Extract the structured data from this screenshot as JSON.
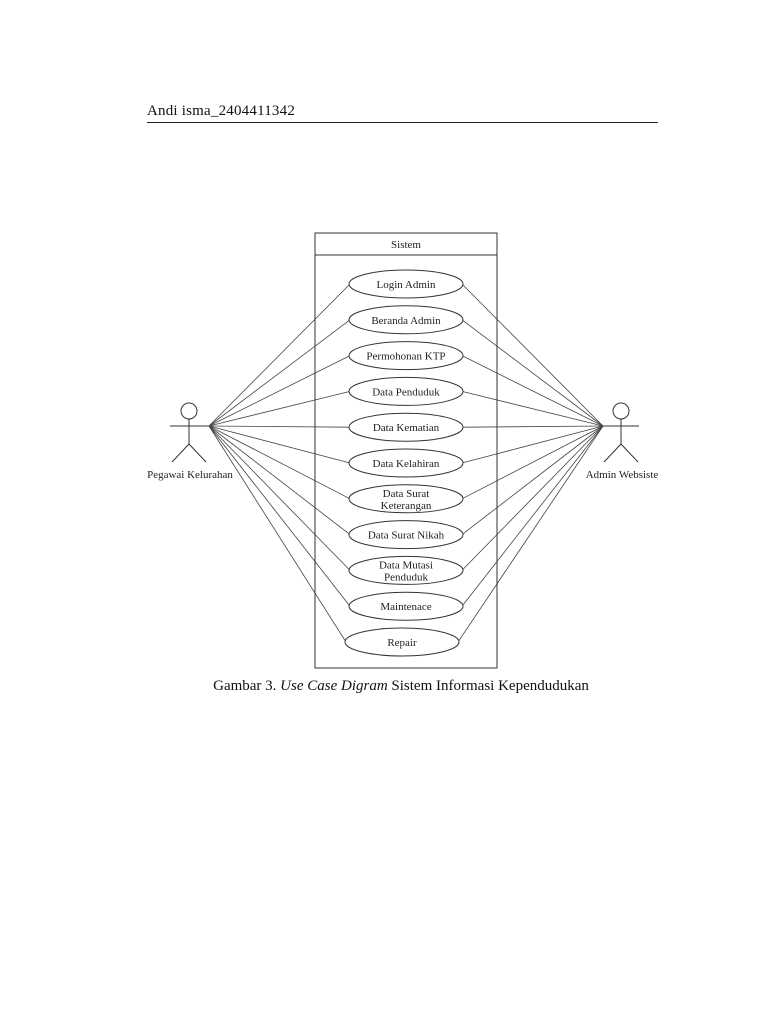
{
  "header": {
    "author_label": "Andi isma_2404411342"
  },
  "diagram": {
    "system_title": "Sistem",
    "actors": {
      "left": "Pegawai Kelurahan",
      "right": "Admin Websiste"
    },
    "use_cases": [
      {
        "label": [
          "Login Admin"
        ]
      },
      {
        "label": [
          "Beranda Admin"
        ]
      },
      {
        "label": [
          "Permohonan KTP"
        ]
      },
      {
        "label": [
          "Data Penduduk"
        ]
      },
      {
        "label": [
          "Data Kematian"
        ]
      },
      {
        "label": [
          "Data Kelahiran"
        ]
      },
      {
        "label": [
          "Data Surat",
          "Keterangan"
        ]
      },
      {
        "label": [
          "Data Surat Nikah"
        ]
      },
      {
        "label": [
          "Data Mutasi",
          "Penduduk"
        ]
      },
      {
        "label": [
          "Maintenace"
        ]
      },
      {
        "label": [
          "Repair"
        ]
      }
    ]
  },
  "caption": {
    "prefix": "Gambar 3. ",
    "italic": "Use Case Digram",
    "suffix": " Sistem Informasi Kependudukan"
  }
}
